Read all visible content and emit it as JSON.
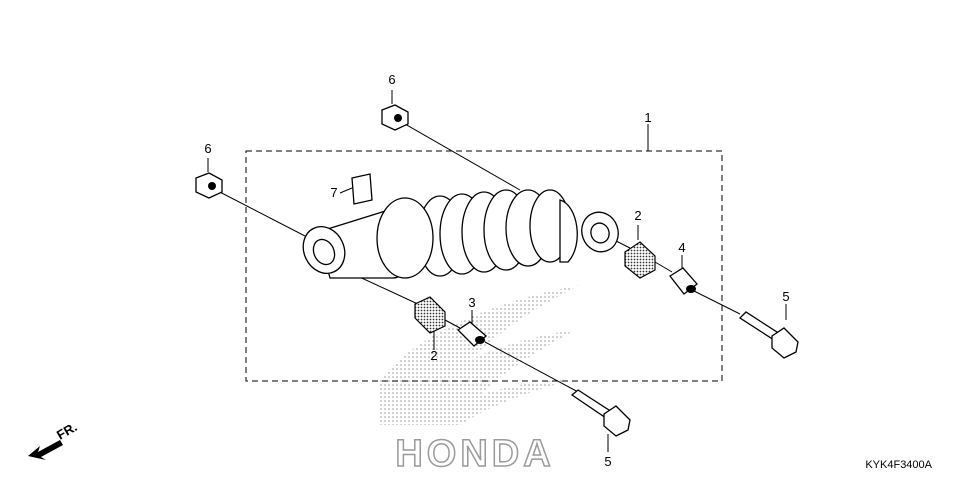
{
  "diagram": {
    "catalog_code": "KYK4F3400A",
    "front_indicator": "FR.",
    "watermark_text": "HONDA",
    "callouts": [
      {
        "id": "c1",
        "text": "1"
      },
      {
        "id": "c2a",
        "text": "2"
      },
      {
        "id": "c2b",
        "text": "2"
      },
      {
        "id": "c3",
        "text": "3"
      },
      {
        "id": "c4",
        "text": "4"
      },
      {
        "id": "c5a",
        "text": "5"
      },
      {
        "id": "c5b",
        "text": "5"
      },
      {
        "id": "c6a",
        "text": "6"
      },
      {
        "id": "c6b",
        "text": "6"
      },
      {
        "id": "c7",
        "text": "7"
      }
    ]
  }
}
